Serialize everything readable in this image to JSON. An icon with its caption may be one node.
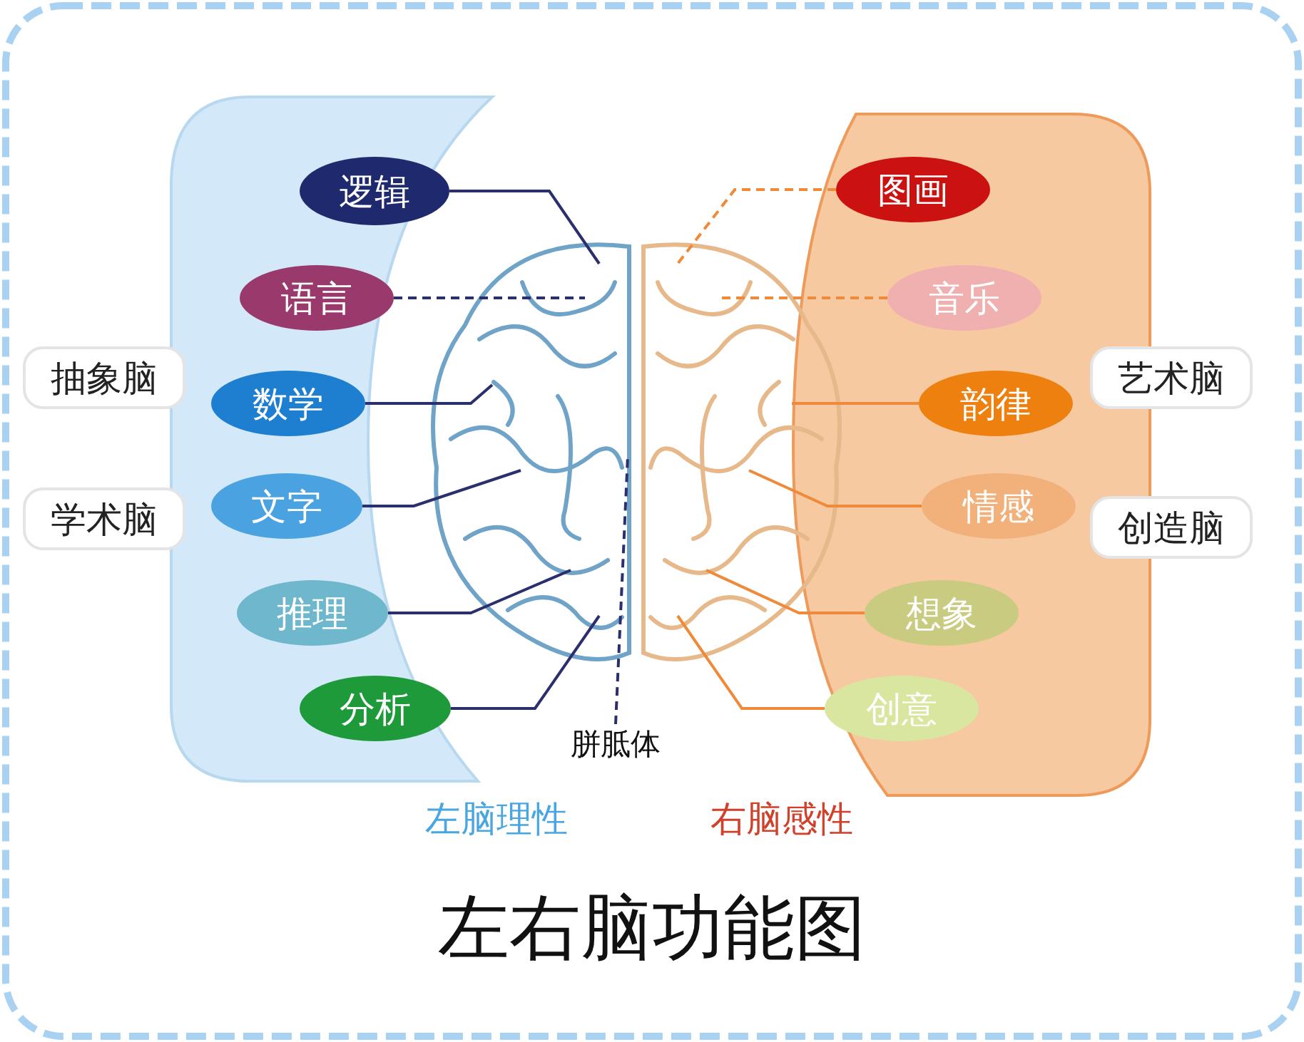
{
  "diagram": {
    "title": "左右脑功能图",
    "nodes": [
      {
        "text": [
          "逻辑"
        ]
      },
      {
        "text": [
          "语言"
        ]
      },
      {
        "text": [
          "数学"
        ]
      },
      {
        "text": [
          "文字"
        ]
      },
      {
        "text": [
          "推理"
        ]
      },
      {
        "text": [
          "分析"
        ]
      },
      {
        "text": [
          "图画"
        ]
      },
      {
        "text": [
          "音乐"
        ]
      },
      {
        "text": [
          "韵律"
        ]
      },
      {
        "text": [
          "情感"
        ]
      },
      {
        "text": [
          "想象"
        ]
      },
      {
        "text": [
          "创意"
        ]
      },
      {
        "text": [
          "抽象脑"
        ]
      },
      {
        "text": [
          "学术脑"
        ]
      },
      {
        "text": [
          "艺术脑"
        ]
      },
      {
        "text": [
          "创造脑"
        ]
      },
      {
        "text": [],
        "shape": "picture"
      },
      {
        "text": [
          "胼胝体"
        ]
      }
    ],
    "edges": [
      {
        "from": 0,
        "to": 16,
        "arrow": "none"
      },
      {
        "from": 1,
        "to": 16,
        "arrow": "none",
        "style": "dashed"
      },
      {
        "from": 2,
        "to": 16,
        "arrow": "none"
      },
      {
        "from": 3,
        "to": 16,
        "arrow": "none"
      },
      {
        "from": 4,
        "to": 16,
        "arrow": "none"
      },
      {
        "from": 5,
        "to": 16,
        "arrow": "none"
      },
      {
        "from": 6,
        "to": 16,
        "arrow": "none",
        "style": "dashed",
        "color": "#ee8a3a"
      },
      {
        "from": 7,
        "to": 16,
        "arrow": "none",
        "style": "dashed",
        "color": "#ee8a3a"
      },
      {
        "from": 8,
        "to": 16,
        "arrow": "none",
        "color": "#ee8a3a"
      },
      {
        "from": 9,
        "to": 16,
        "arrow": "none",
        "color": "#ee8a3a"
      },
      {
        "from": 10,
        "to": 16,
        "arrow": "none",
        "color": "#ee8a3a"
      },
      {
        "from": 11,
        "to": 16,
        "arrow": "none",
        "color": "#ee8a3a"
      },
      {
        "from": 17,
        "to": 16,
        "arrow": "none",
        "style": "dashed"
      }
    ],
    "labels": [
      "左脑理性",
      "右脑感性"
    ]
  }
}
